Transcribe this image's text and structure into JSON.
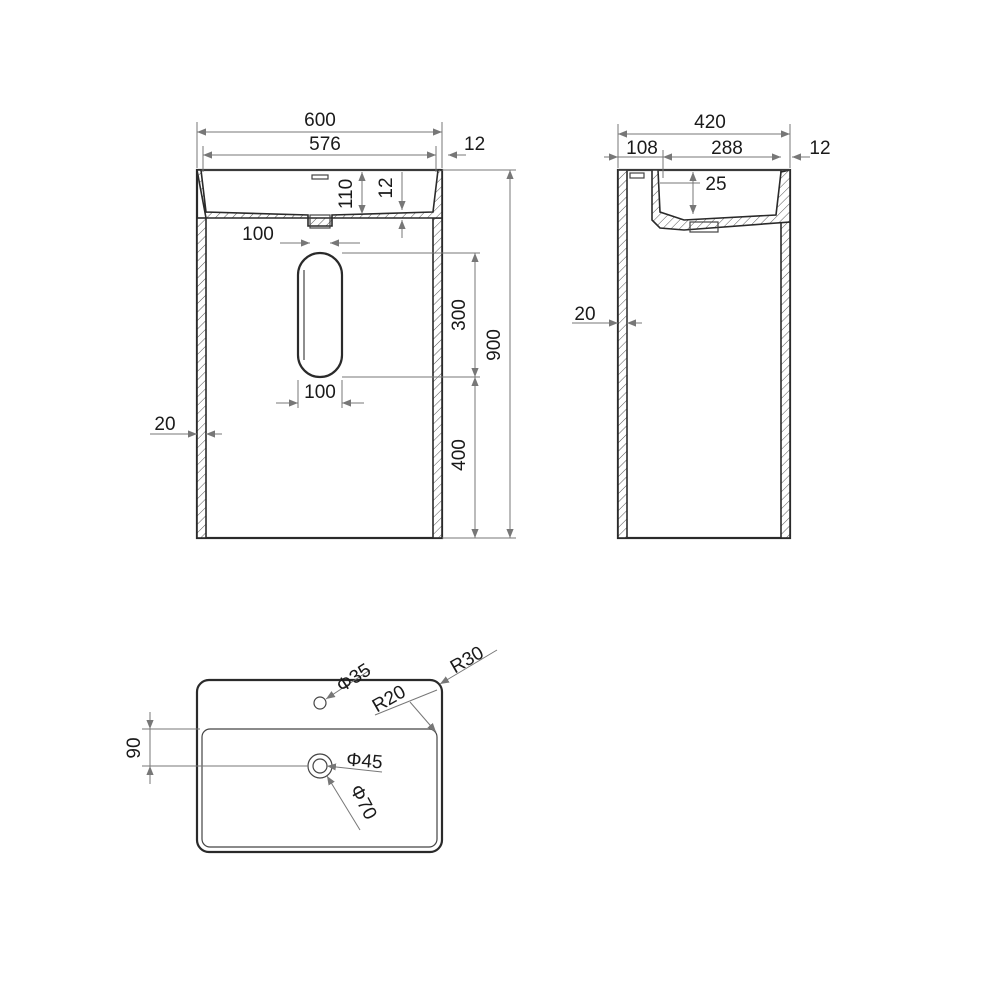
{
  "front_view": {
    "overall_width": "600",
    "inner_width": "576",
    "rim_thickness": "12",
    "basin_depth": "110",
    "bowl_wall_thickness": "12",
    "drain_width": "100",
    "cutout_height": "300",
    "cutout_width": "100",
    "overall_height": "900",
    "lower_height": "400",
    "wall_thickness": "20"
  },
  "side_view": {
    "overall_depth": "420",
    "rear_depth": "108",
    "bowl_depth": "288",
    "rim_thickness": "12",
    "overflow_depth": "25",
    "wall_thickness": "20"
  },
  "top_view": {
    "tap_hole_diameter": "Φ35",
    "outer_radius": "R30",
    "inner_radius": "R20",
    "rear_offset": "90",
    "drain_diameter": "Φ45",
    "drain_outer_diameter": "Φ70"
  }
}
